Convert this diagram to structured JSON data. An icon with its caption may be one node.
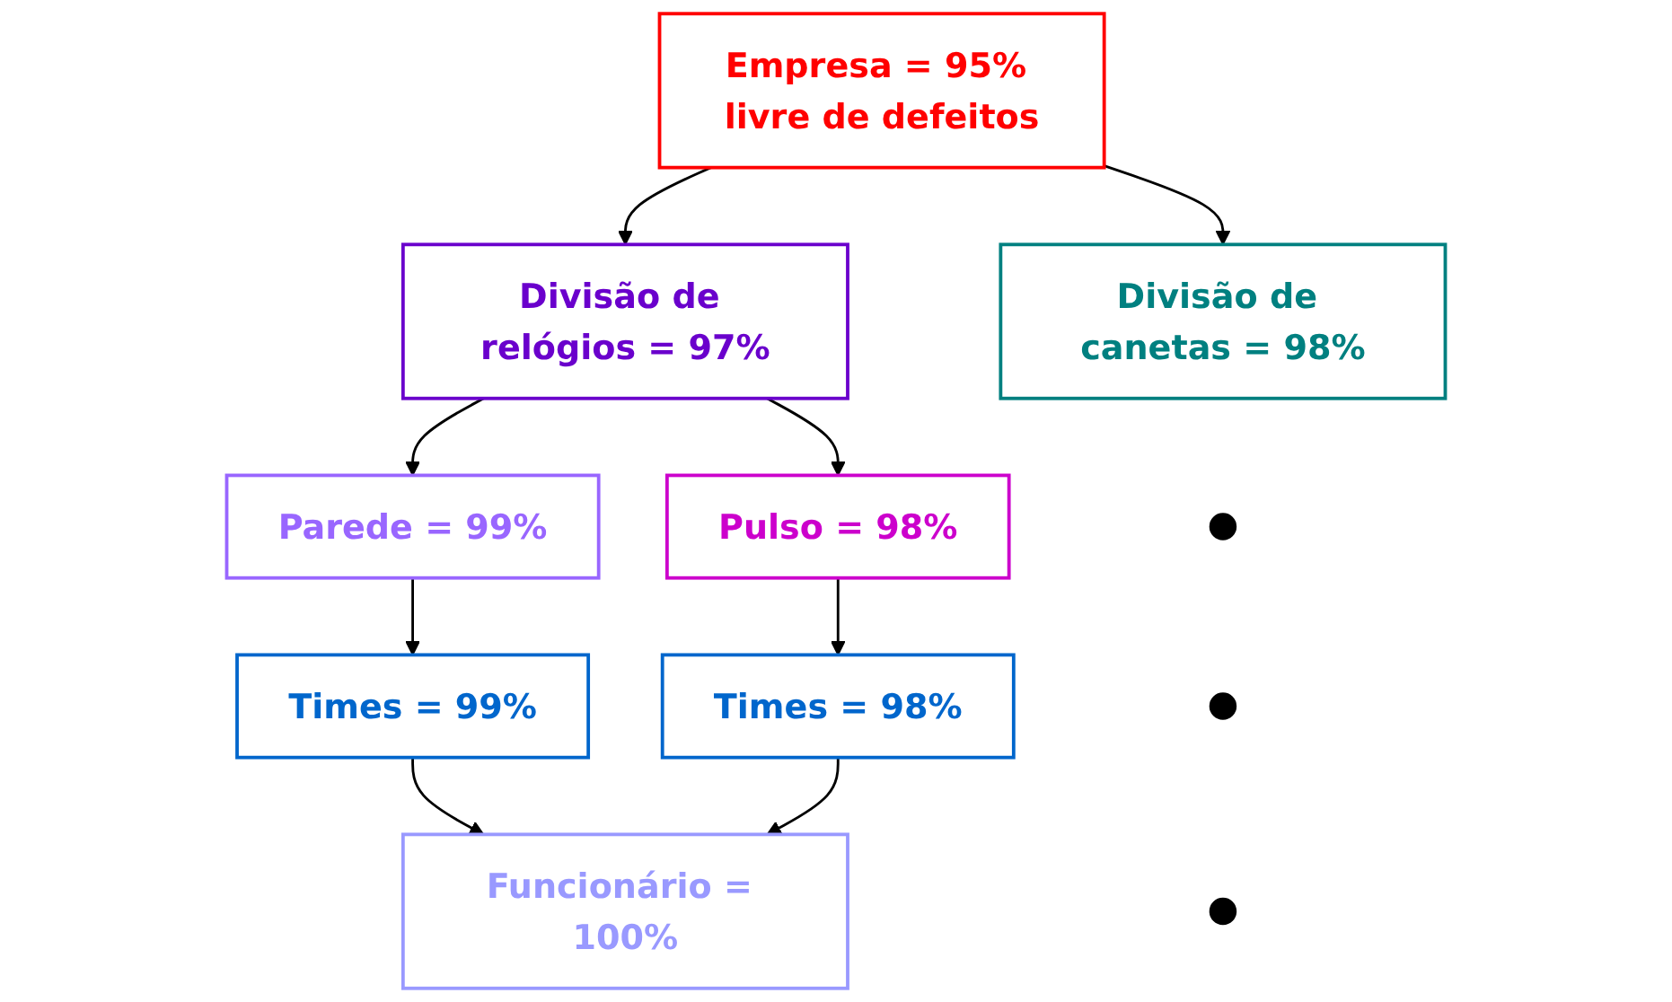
{
  "diagram": {
    "nodes": [
      {
        "text": [
          "Empresa = 95% livre de defeitos"
        ]
      },
      {
        "text": [
          "Divisão de relógios = 97%"
        ]
      },
      {
        "text": [
          "Divisão de canetas = 98%"
        ]
      },
      {
        "text": [],
        "shape": "circle"
      },
      {
        "text": [],
        "shape": "circle"
      },
      {
        "text": [],
        "shape": "circle"
      },
      {
        "text": [
          "Parede = 99%"
        ]
      },
      {
        "text": [
          "Pulso = 98%"
        ]
      },
      {
        "text": [
          "Times = 99%"
        ]
      },
      {
        "text": [
          "Times = 98%"
        ]
      },
      {
        "text": [
          "Funcionário = 100%"
        ]
      }
    ],
    "edges": [
      {
        "from": 0,
        "to": 1,
        "arrow": "to"
      },
      {
        "from": 0,
        "to": 2,
        "arrow": "to"
      },
      {
        "from": 1,
        "to": 6,
        "arrow": "to"
      },
      {
        "from": 1,
        "to": 7,
        "arrow": "to"
      },
      {
        "from": 6,
        "to": 8,
        "arrow": "to"
      },
      {
        "from": 7,
        "to": 9,
        "arrow": "to"
      },
      {
        "from": 8,
        "to": 10,
        "arrow": "to"
      },
      {
        "from": 9,
        "to": 10,
        "arrow": "to"
      }
    ]
  }
}
